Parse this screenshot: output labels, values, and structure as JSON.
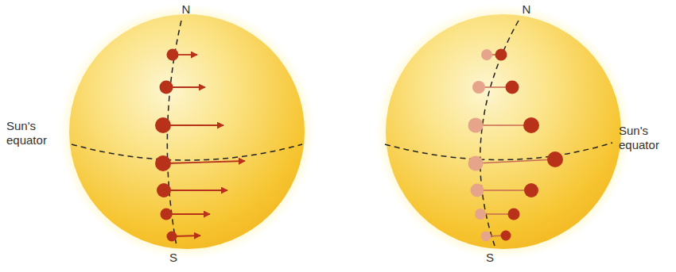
{
  "diagram": {
    "labels": [
      "N",
      "S",
      "Sun's equator",
      "N",
      "S",
      "Sun's equator"
    ]
  }
}
